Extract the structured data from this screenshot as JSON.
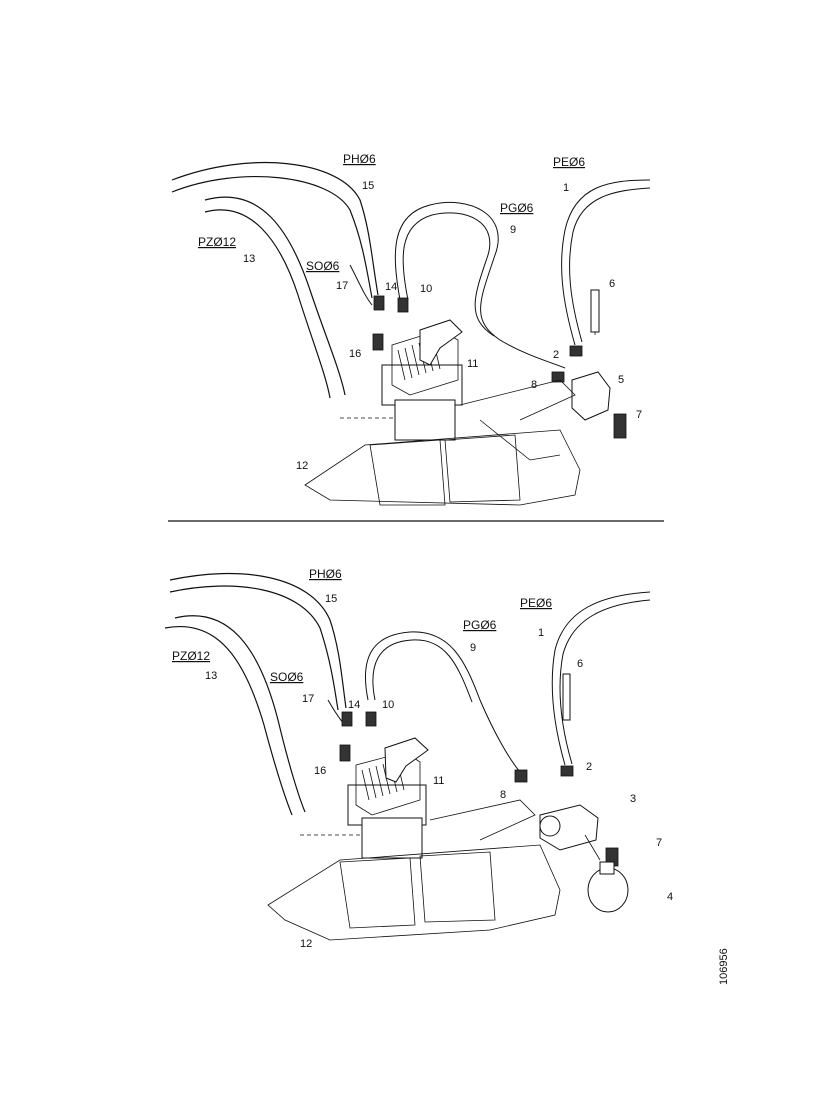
{
  "top": {
    "codes": {
      "ph": "PHØ6",
      "pe": "PEØ6",
      "pg": "PGØ6",
      "pz": "PZØ12",
      "so": "SOØ6"
    },
    "numbers": {
      "n15": "15",
      "n1": "1",
      "n9": "9",
      "n13": "13",
      "n17": "17",
      "n14": "14",
      "n10": "10",
      "n8": "8",
      "n16": "16",
      "n2": "2",
      "n11": "11",
      "n5": "5",
      "n6": "6",
      "n7": "7",
      "n12": "12"
    }
  },
  "bottom": {
    "codes": {
      "ph": "PHØ6",
      "pe": "PEØ6",
      "pg": "PGØ6",
      "pz": "PZØ12",
      "so": "SOØ6"
    },
    "numbers": {
      "n15": "15",
      "n1": "1",
      "n9": "9",
      "n13": "13",
      "n17": "17",
      "n14": "14",
      "n10": "10",
      "n6": "6",
      "n16": "16",
      "n2": "2",
      "n11": "11",
      "n8": "8",
      "n3": "3",
      "n7": "7",
      "n4": "4",
      "n12": "12"
    }
  },
  "side_code": "106956"
}
